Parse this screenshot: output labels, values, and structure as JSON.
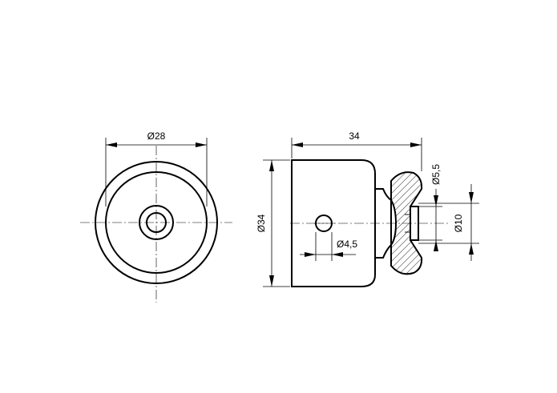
{
  "dimensions": {
    "front_diameter": "Ø28",
    "length": "34",
    "side_diameter": "Ø34",
    "hole_diameter": "Ø4,5",
    "knob_diameter": "Ø5,5",
    "shaft_diameter": "Ø10"
  }
}
